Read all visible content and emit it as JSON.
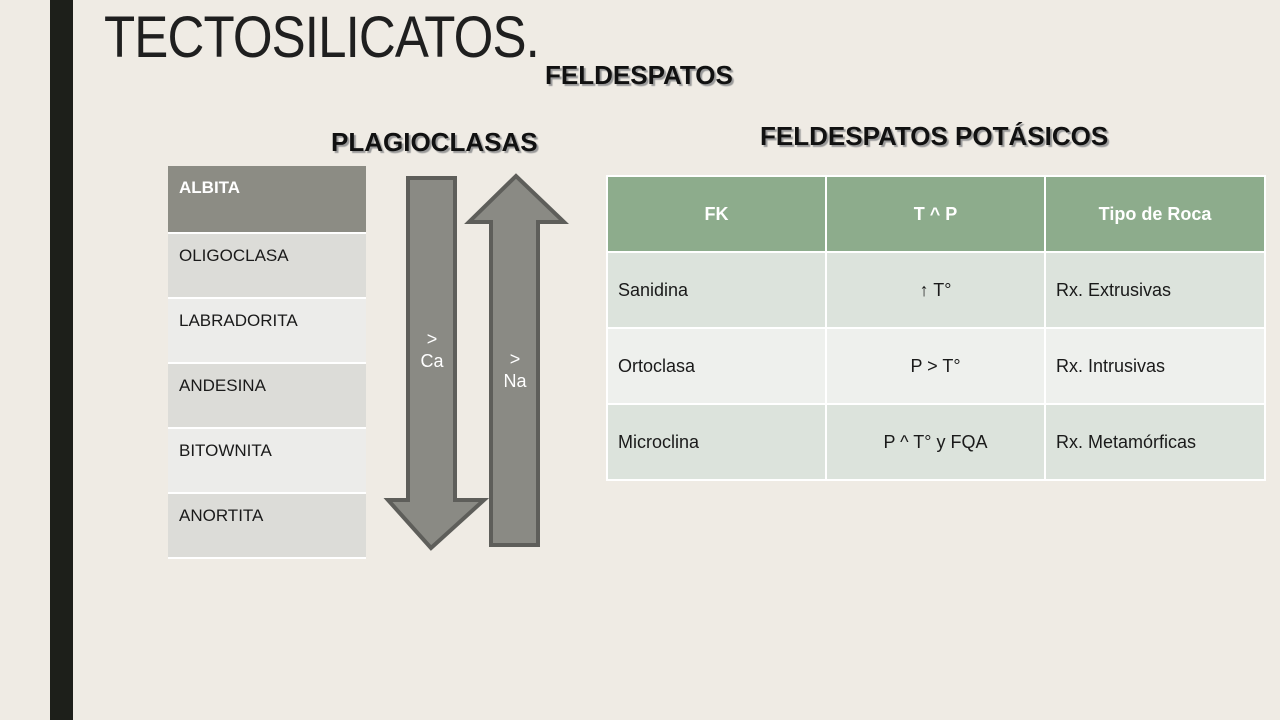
{
  "slide": {
    "title": "TECTOSILICATOS.",
    "heading_feldespatos": "FELDESPATOS",
    "heading_plagioclasas": "PLAGIOCLASAS",
    "heading_potasicos": "FELDESPATOS POTÁSICOS"
  },
  "plagioclasas": {
    "items": [
      "ALBITA",
      "OLIGOCLASA",
      "LABRADORITA",
      "ANDESINA",
      "BITOWNITA",
      "ANORTITA"
    ]
  },
  "arrows": {
    "down": {
      "line1": ">",
      "line2": "Ca"
    },
    "up": {
      "line1": ">",
      "line2": "Na"
    }
  },
  "fk_table": {
    "headers": [
      "FK",
      "T ^ P",
      "Tipo de Roca"
    ],
    "rows": [
      [
        "Sanidina",
        "↑ T°",
        "Rx. Extrusivas"
      ],
      [
        "Ortoclasa",
        "P > T°",
        "Rx. Intrusivas"
      ],
      [
        "Microclina",
        "P ^ T° y FQA",
        "Rx. Metamórficas"
      ]
    ]
  },
  "colors": {
    "background": "#efebe4",
    "sidebar": "#1d1f1a",
    "plag_header": "#8c8c84",
    "table_header": "#8dac8c",
    "arrow_fill": "#8a8a84",
    "arrow_stroke": "#5e5e5a"
  }
}
